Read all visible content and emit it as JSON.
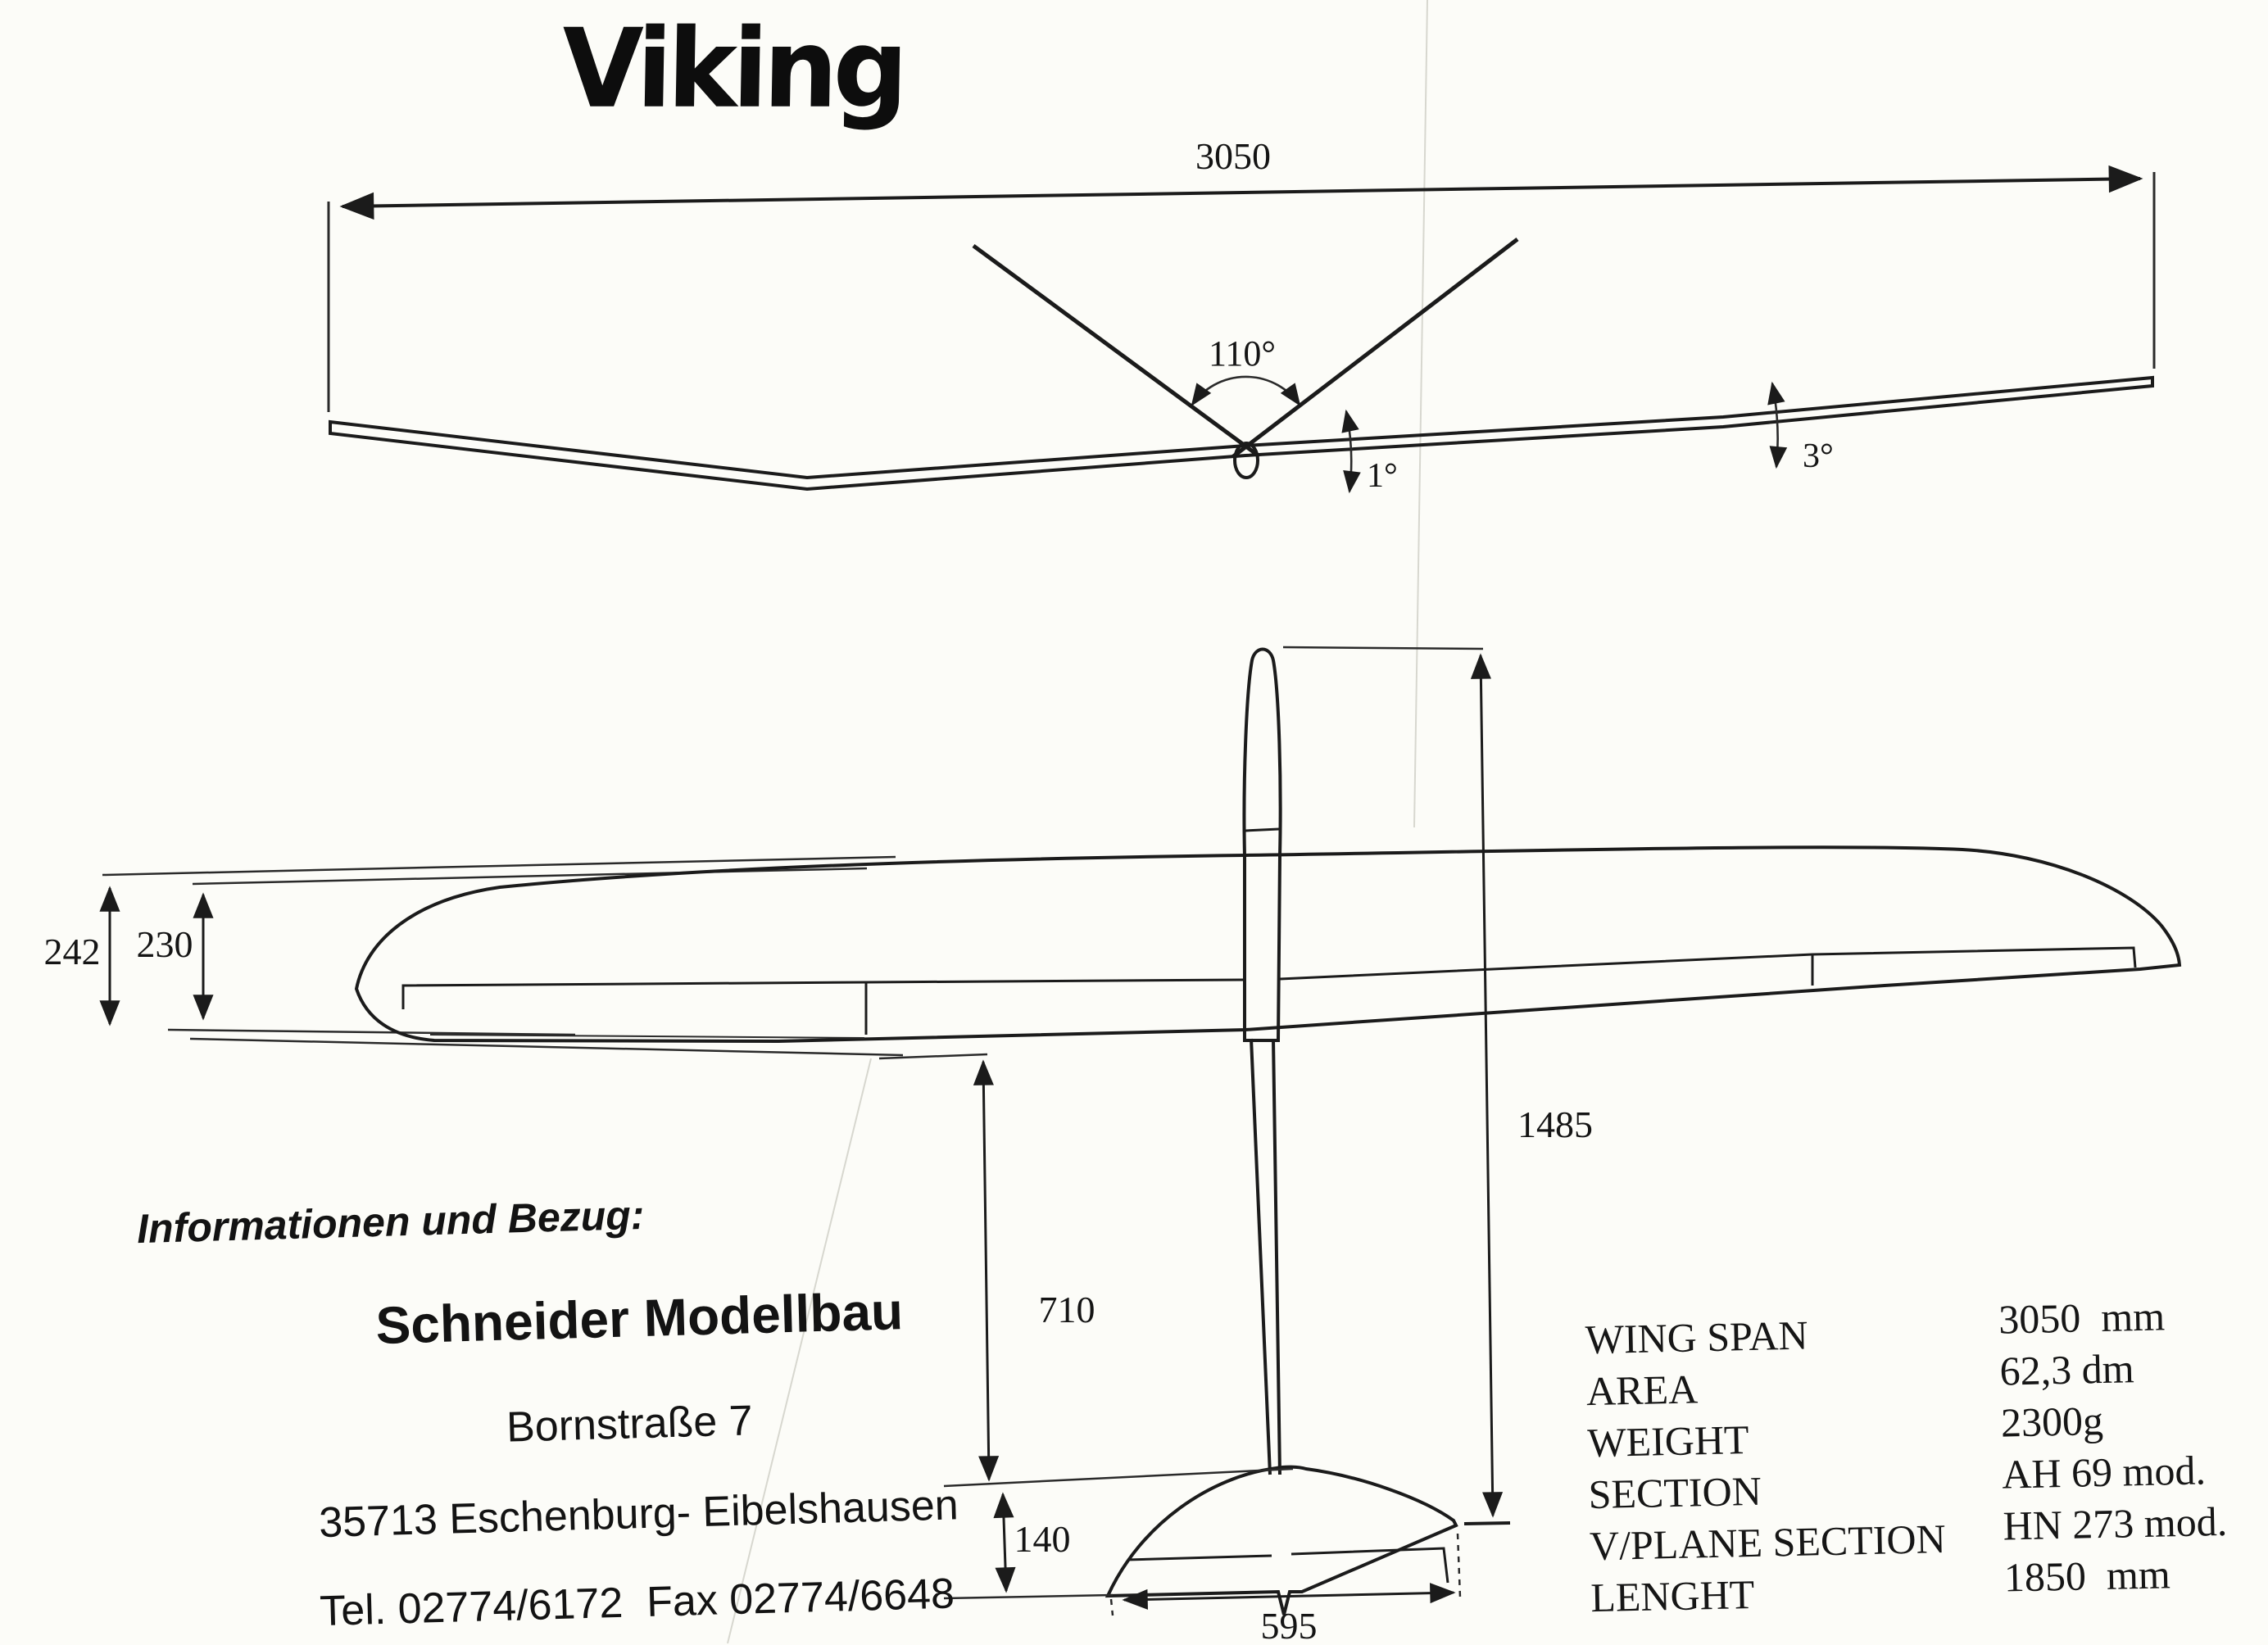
{
  "title": "Viking",
  "colors": {
    "ink": "#1b1b1b",
    "paper": "#fcfcf8"
  },
  "front_view": {
    "span_label": "3050",
    "vtail_angle_label": "110°",
    "incidence_label": "1°",
    "tip_angle_label": "3°"
  },
  "plan_view": {
    "chord_outer_label": "242",
    "chord_root_label": "230",
    "tail_arm_label": "1485",
    "boom_length_label": "710",
    "tail_chord_label": "140",
    "tail_span_label": "595"
  },
  "contact": {
    "intro": "Informationen und Bezug:",
    "company": "Schneider Modellbau",
    "street": "Bornstraße 7",
    "city": "35713 Eschenburg- Eibelshausen",
    "phone": "Tel. 02774/6172  Fax 02774/6648"
  },
  "specs": {
    "rows": [
      {
        "label": "WING SPAN",
        "value": "3050  mm"
      },
      {
        "label": "AREA",
        "value": "62,3 dm"
      },
      {
        "label": "WEIGHT",
        "value": "2300g"
      },
      {
        "label": "SECTION",
        "value": "AH 69 mod."
      },
      {
        "label": "V/PLANE SECTION",
        "value": "HN 273 mod."
      },
      {
        "label": "LENGHT",
        "value": "1850  mm"
      }
    ]
  }
}
